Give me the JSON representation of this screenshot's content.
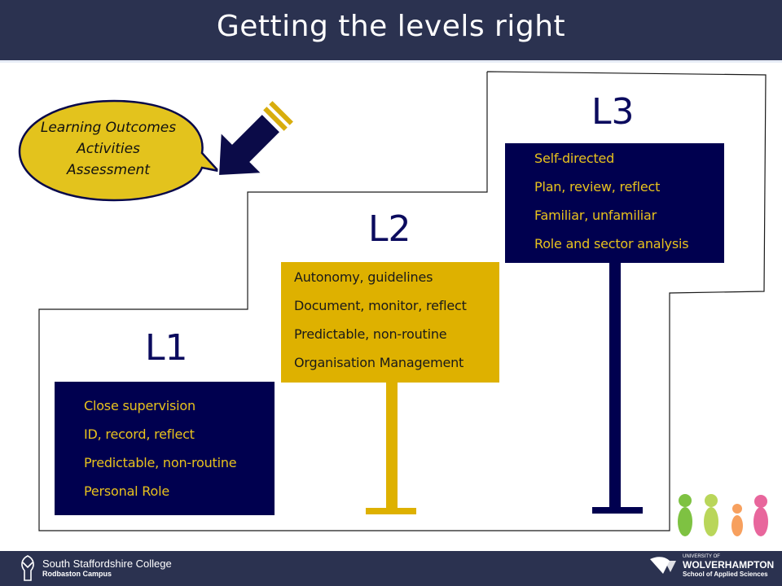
{
  "slide": {
    "title": "Getting the levels right"
  },
  "bubble": {
    "lines": [
      "Learning Outcomes",
      "Activities",
      "Assessment"
    ]
  },
  "levels": {
    "l1": {
      "label": "L1",
      "items": [
        "Close supervision",
        "ID, record, reflect",
        "Predictable, non-routine",
        "Personal Role"
      ]
    },
    "l2": {
      "label": "L2",
      "items": [
        "Autonomy, guidelines",
        "Document, monitor, reflect",
        "Predictable, non-routine",
        "Organisation Management"
      ]
    },
    "l3": {
      "label": "L3",
      "items": [
        "Self-directed",
        "Plan,  review, reflect",
        "Familiar, unfamiliar",
        "Role and sector analysis"
      ]
    }
  },
  "footer": {
    "college_name": "South Staffordshire College",
    "campus": "Rodbaston Campus",
    "university_prefix": "UNIVERSITY OF",
    "university_name": "WOLVERHAMPTON",
    "school": "School of Applied Sciences"
  },
  "colors": {
    "navy": "#00004f",
    "gold": "#deb100",
    "header": "#2b3250",
    "bubble": "#e3c31d",
    "figure_green": "#7ec242",
    "figure_lime": "#b9d65a",
    "figure_orange": "#f7a05e",
    "figure_pink": "#e8669c"
  }
}
